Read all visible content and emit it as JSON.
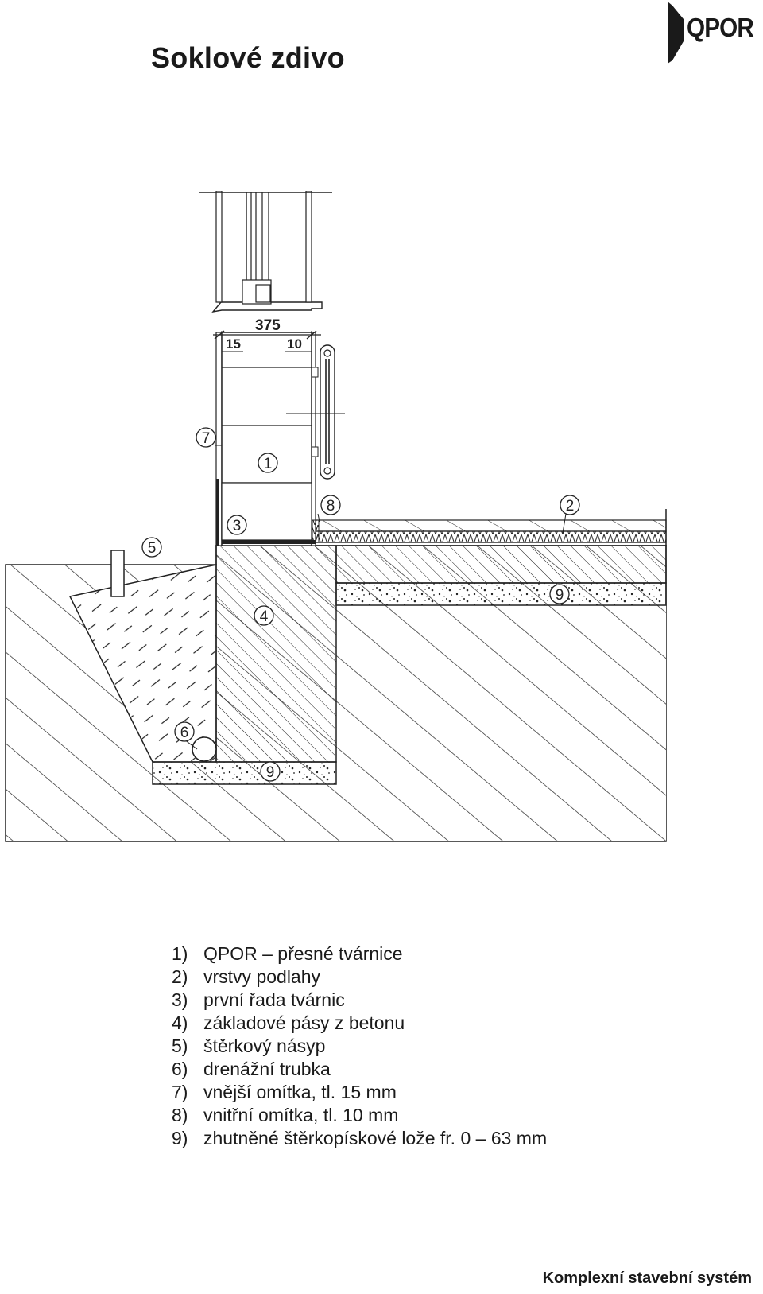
{
  "title": "Soklové zdivo",
  "logo": {
    "text": "QPOR"
  },
  "dimensions": {
    "total": "375",
    "left": "15",
    "right": "10"
  },
  "markers": [
    "1",
    "2",
    "3",
    "4",
    "5",
    "6",
    "7",
    "8",
    "9",
    "9"
  ],
  "legend": [
    {
      "num": "1)",
      "text": "QPOR – přesné tvárnice"
    },
    {
      "num": "2)",
      "text": "vrstvy podlahy"
    },
    {
      "num": "3)",
      "text": "první řada tvárnic"
    },
    {
      "num": "4)",
      "text": "základové pásy z betonu"
    },
    {
      "num": "5)",
      "text": "štěrkový násyp"
    },
    {
      "num": "6)",
      "text": "drenážní trubka"
    },
    {
      "num": "7)",
      "text": "vnější omítka, tl. 15 mm"
    },
    {
      "num": "8)",
      "text": "vnitřní omítka, tl. 10 mm"
    },
    {
      "num": "9)",
      "text": "zhutněné štěrkopískové lože fr. 0 – 63 mm"
    }
  ],
  "footer": "Komplexní stavební systém"
}
